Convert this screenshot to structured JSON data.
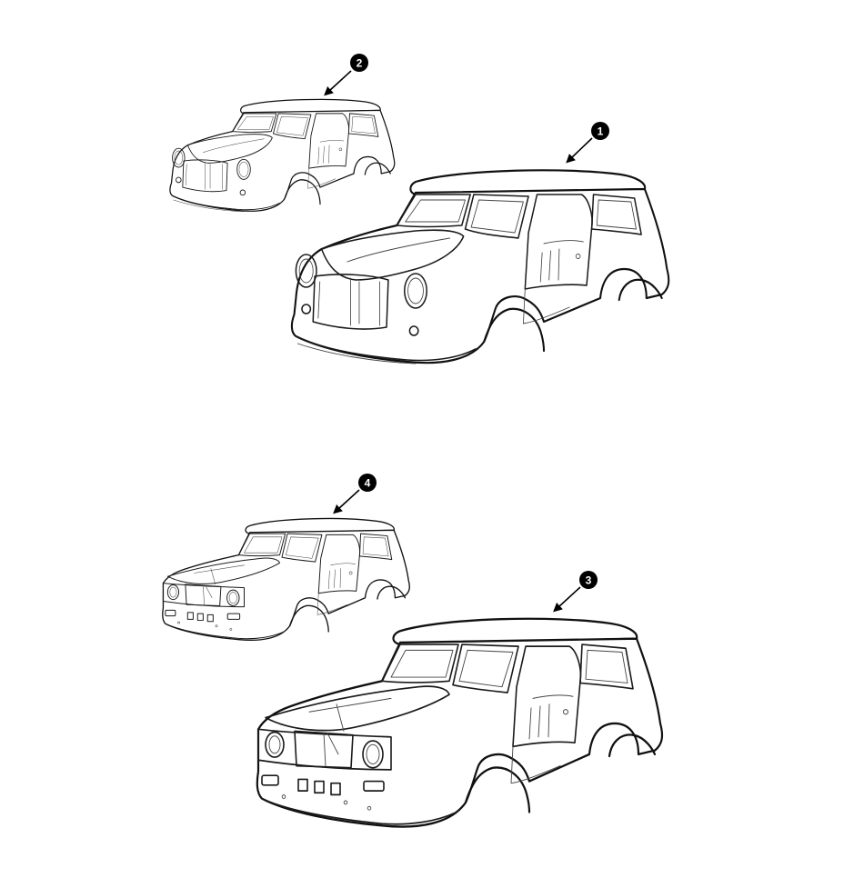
{
  "figure": {
    "description_visible": false,
    "callouts": [
      {
        "id": "callout-1",
        "label": "1",
        "target": "mkii-shell-large"
      },
      {
        "id": "callout-2",
        "label": "2",
        "target": "mkii-shell-small"
      },
      {
        "id": "callout-3",
        "label": "3",
        "target": "clubman-shell-large"
      },
      {
        "id": "callout-4",
        "label": "4",
        "target": "clubman-shell-small"
      }
    ]
  },
  "colors": {
    "ink": "#1a1a1a",
    "background": "#ffffff",
    "callout": "#000000",
    "callout_text": "#ffffff"
  }
}
